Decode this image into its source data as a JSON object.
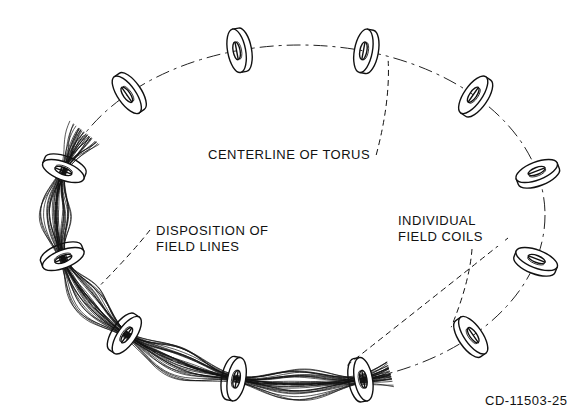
{
  "diagram": {
    "labels": [
      "CENTERLINE OF TORUS",
      "DISPOSITION OF FIELD LINES",
      "INDIVIDUAL FIELD COILS",
      "CD-11503-25"
    ]
  }
}
